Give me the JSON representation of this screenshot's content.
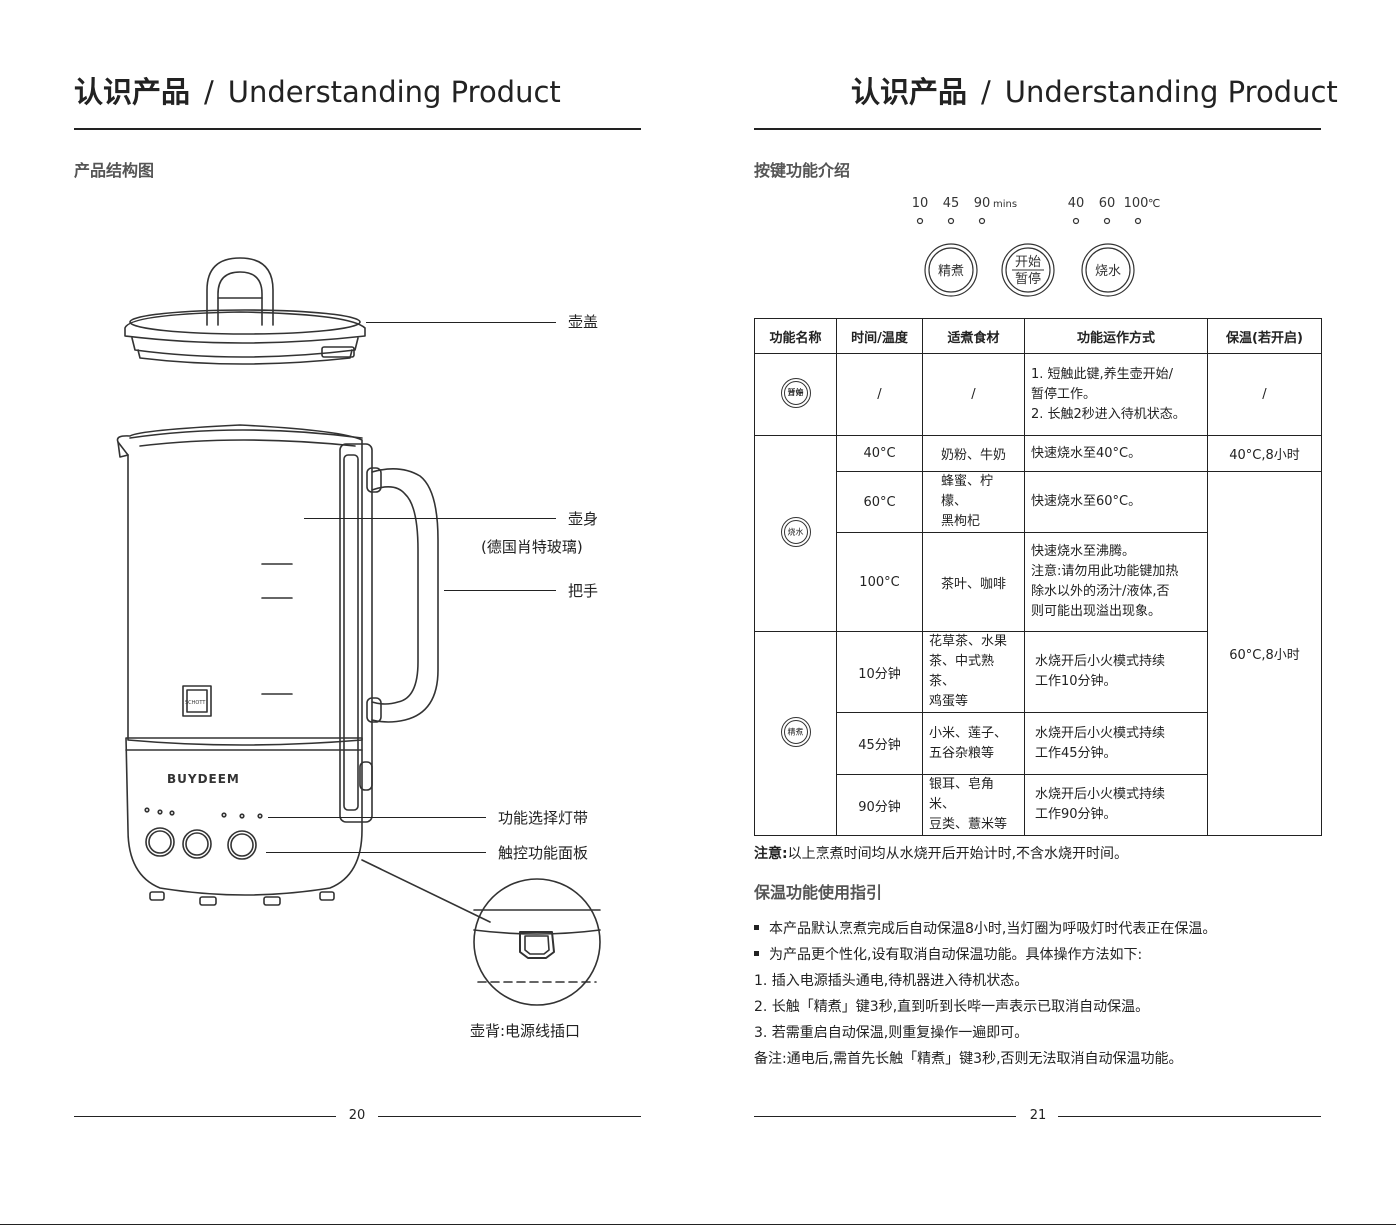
{
  "header": {
    "title_cn": "认识产品",
    "separator": "/",
    "title_en": "Understanding Product"
  },
  "left": {
    "section": "产品结构图",
    "brand": "BUYDEEM",
    "glass_brand": "SCHOTT",
    "labels": {
      "lid": "壶盖",
      "body": "壶身",
      "body_sub": "(德国肖特玻璃)",
      "handle": "把手",
      "light_band": "功能选择灯带",
      "touch_panel": "触控功能面板",
      "back": "壶背:电源线插口"
    },
    "page_number": "20"
  },
  "right": {
    "section_keys": "按键功能介绍",
    "indicators": {
      "time": [
        "10",
        "45",
        "90"
      ],
      "time_unit": "mins",
      "temp": [
        "40",
        "60",
        "100"
      ],
      "temp_unit": "℃"
    },
    "buttons": {
      "stew": "精煮",
      "start_top": "开始",
      "start_bottom": "暂停",
      "boil": "烧水"
    },
    "table": {
      "headers": [
        "功能名称",
        "时间/温度",
        "适煮食材",
        "功能运作方式",
        "保温(若开启)"
      ],
      "start_row": {
        "time": "/",
        "food": "/",
        "op_1": "1. 短触此键,养生壶开始/",
        "op_2": "暂停工作。",
        "op_3": "2. 长触2秒进入待机状态。",
        "keep": "/"
      },
      "boil_rows": [
        {
          "time": "40°C",
          "food": "奶粉、牛奶",
          "op": "快速烧水至40°C。",
          "keep": "40°C,8小时"
        },
        {
          "time": "60°C",
          "food_1": "蜂蜜、柠檬、",
          "food_2": "黑枸杞",
          "op": "快速烧水至60°C。"
        },
        {
          "time": "100°C",
          "food": "茶叶、咖啡",
          "op_1": "快速烧水至沸腾。",
          "op_2": "注意:请勿用此功能键加热",
          "op_3": "除水以外的汤汁/液体,否",
          "op_4": "则可能出现溢出现象。"
        }
      ],
      "keep_merged": "60°C,8小时",
      "stew_rows": [
        {
          "time": "10分钟",
          "food_1": "花草茶、水果",
          "food_2": "茶、中式熟茶、",
          "food_3": "鸡蛋等",
          "op_1": "水烧开后小火模式持续",
          "op_2": "工作10分钟。"
        },
        {
          "time": "45分钟",
          "food_1": "小米、莲子、",
          "food_2": "五谷杂粮等",
          "op_1": "水烧开后小火模式持续",
          "op_2": "工作45分钟。"
        },
        {
          "time": "90分钟",
          "food_1": "银耳、皂角米、",
          "food_2": "豆类、薏米等",
          "op_1": "水烧开后小火模式持续",
          "op_2": "工作90分钟。"
        }
      ]
    },
    "note_label": "注意:",
    "note_text": "以上烹煮时间均从水烧开后开始计时,不含水烧开时间。",
    "section_keep": "保温功能使用指引",
    "bullets": [
      "本产品默认烹煮完成后自动保温8小时,当灯圈为呼吸灯时代表正在保温。",
      "为产品更个性化,设有取消自动保温功能。具体操作方法如下:"
    ],
    "steps": [
      "1. 插入电源插头通电,待机器进入待机状态。",
      "2. 长触「精煮」键3秒,直到听到长哔一声表示已取消自动保温。",
      "3. 若需重启自动保温,则重复操作一遍即可。"
    ],
    "remark": "备注:通电后,需首先长触「精煮」键3秒,否则无法取消自动保温功能。",
    "page_number": "21"
  }
}
